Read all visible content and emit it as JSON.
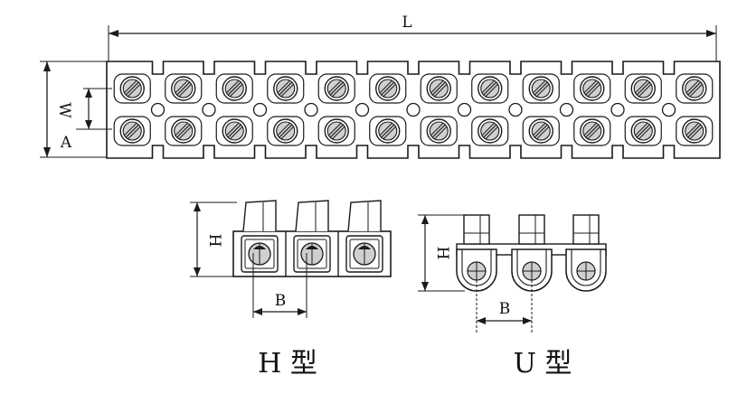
{
  "labels": {
    "length": "L",
    "width": "W",
    "offset": "A",
    "height_h": "H",
    "pitch_h": "B",
    "height_u": "H",
    "pitch_u": "B"
  },
  "captions": {
    "h_type": "H 型",
    "u_type": "U 型"
  },
  "diagram": {
    "top_strip_positions": 12,
    "h_type_positions": 3,
    "u_type_positions": 3
  },
  "colors": {
    "line": "#1a1a1a",
    "screw_fill": "#cfcfcf",
    "background": "#ffffff"
  }
}
